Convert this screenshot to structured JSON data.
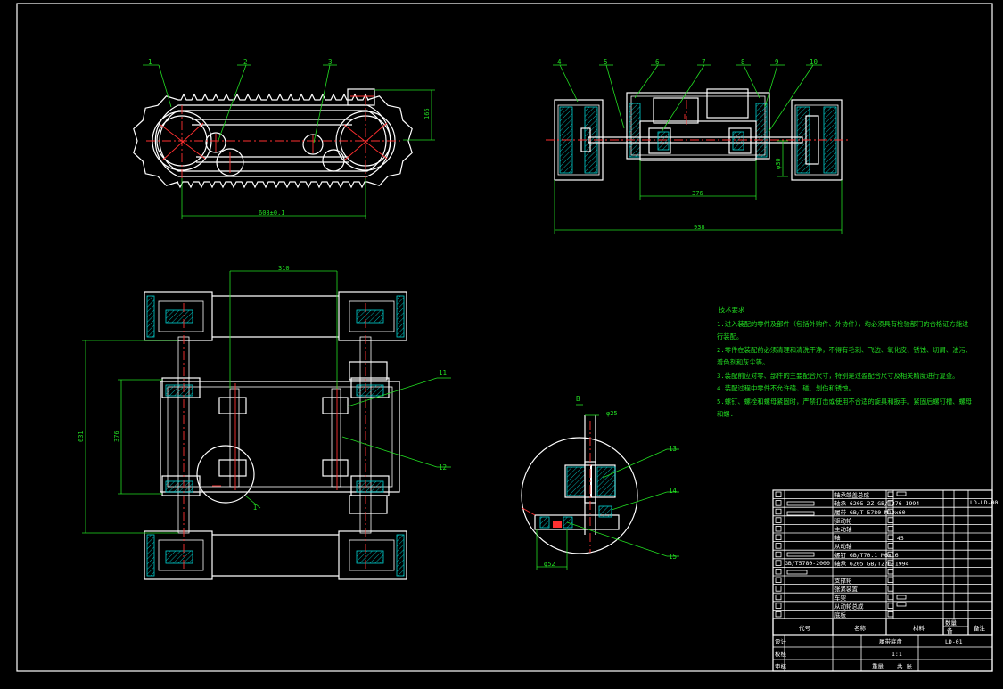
{
  "callouts": [
    "1",
    "2",
    "3",
    "4",
    "5",
    "6",
    "7",
    "8",
    "9",
    "10",
    "11",
    "12",
    "13",
    "14",
    "15"
  ],
  "detail": {
    "view_label": "I",
    "letter": "B"
  },
  "dims": {
    "track_pitch": "608±0.1",
    "track_height": "166",
    "front_inner": "376",
    "front_total": "938",
    "front_height": "φ30",
    "top_width": "310",
    "top_height_outer": "631",
    "top_height_inner": "376",
    "detail_dia_top": "φ25",
    "detail_dia_bottom": "φ52"
  },
  "tech": {
    "title": "技术要求",
    "lines": [
      "1.进入装配的零件及部件（包括外购件、外协件），均必须具有检验部门的合格证方能进",
      "行装配。",
      "2.零件在装配前必须清理和清洗干净，不得有毛刺、飞边、氧化皮、锈蚀、切屑、油污、",
      "着色剂和灰尘等。",
      "3.装配前应对零、部件的主要配合尺寸，特别是过盈配合尺寸及相关精度进行复查。",
      "4.装配过程中零件不允许磕、碰、划伤和锈蚀。",
      "5.螺钉、螺栓和螺母紧固时，严禁打击或使用不合适的旋具和扳手。紧固后螺钉槽、螺母",
      "和螺."
    ]
  },
  "title_block": {
    "rows": [
      "轴承端盖总成",
      "轴承 6205-2Z GB/T276 1994",
      "履带 GB/T-5780 M10x60",
      "驱动轮",
      "主动轴",
      "轴",
      "从动轴",
      "螺钉 GB/T70.1 M6x16",
      "轴承 6205 GB/T276-1994",
      "",
      "支撑轮",
      "张紧装置",
      "车架",
      "从动轮总成",
      "底板"
    ],
    "row_code_13": "GB/T5780-2000",
    "code_header": "代号",
    "name_header": "名称",
    "qty_header": "数量",
    "material_header": "材料",
    "note_header": "备注",
    "drawing_no": "LD-LD-00",
    "assembly_name": "履带底盘",
    "scale": "1:1",
    "weight_label": "重量",
    "sheet_label": "共 张",
    "label_design": "设计",
    "label_check": "校核",
    "label_approve": "审核",
    "series_code": "LD-01",
    "material": "45",
    "note_small": "备"
  },
  "colors": {
    "outline": "#ffffff",
    "center": "#ff3030",
    "dimension": "#22dd22",
    "hatch": "#00d4d4",
    "background": "#000000"
  }
}
